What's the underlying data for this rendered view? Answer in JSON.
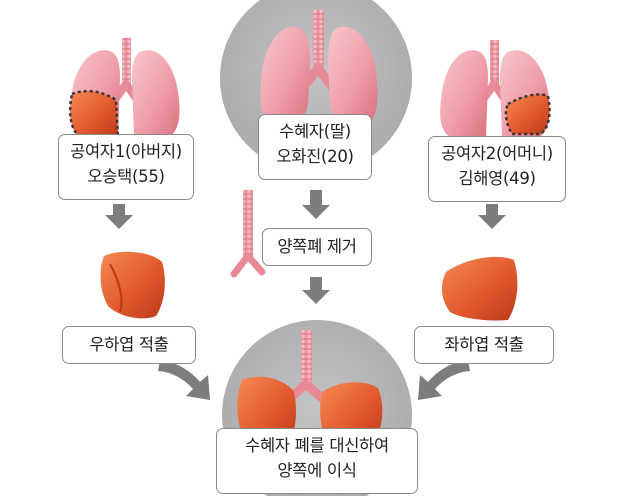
{
  "donor_father": {
    "line1": "공여자1(아버지)",
    "line2": "오승택(55)"
  },
  "recipient": {
    "line1": "수혜자(딸)",
    "line2": "오화진(20)"
  },
  "donor_mother": {
    "line1": "공여자2(어머니)",
    "line2": "김해영(49)"
  },
  "step_remove": {
    "label": "양쪽폐 제거"
  },
  "step_right_lobe": {
    "label": "우하엽 적출"
  },
  "step_left_lobe": {
    "label": "좌하엽 적출"
  },
  "result": {
    "line1": "수혜자 폐를 대신하여",
    "line2": "양쪽에 이식"
  },
  "colors": {
    "lung_pink": "#f0a8b0",
    "lobe_orange": "#e0552a",
    "circle_gray": "#b5b5b7",
    "arrow_gray": "#7d7d7d"
  }
}
